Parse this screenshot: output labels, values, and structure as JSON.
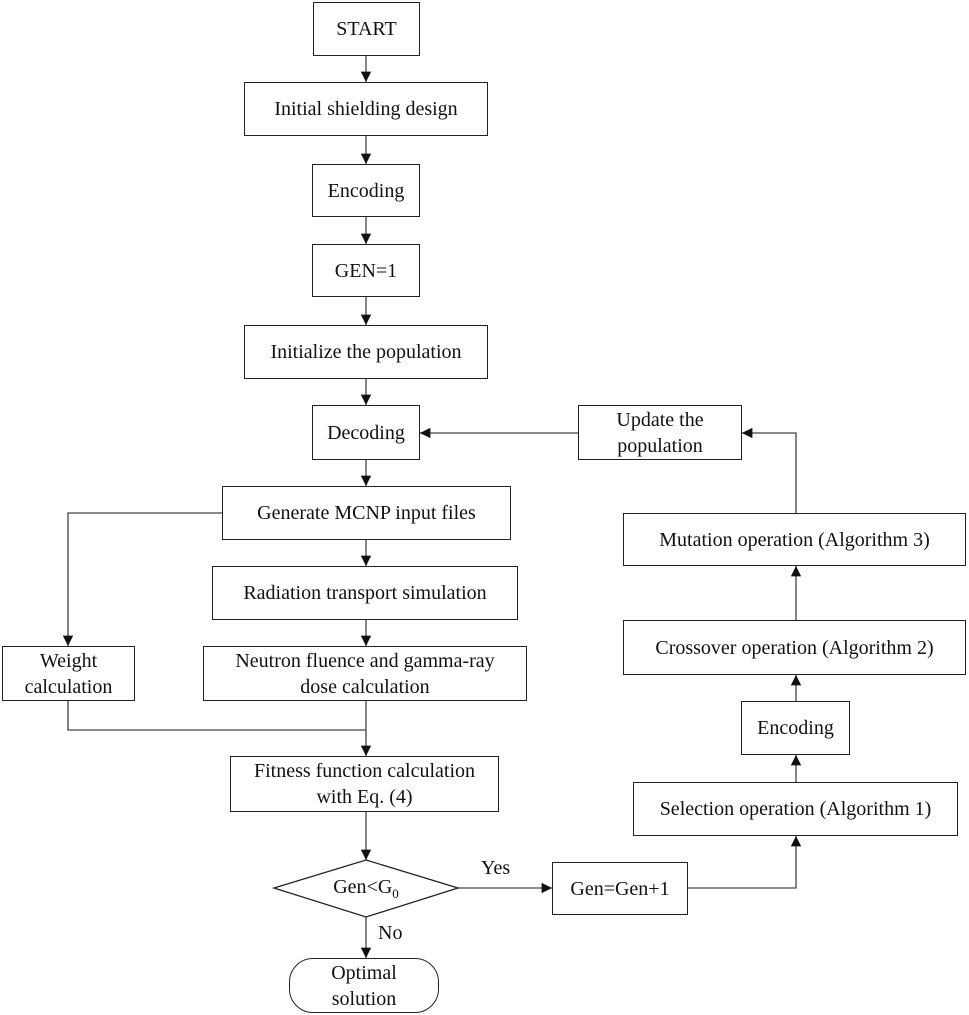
{
  "nodes": {
    "start": "START",
    "initial_design": "Initial shielding design",
    "encoding_1": "Encoding",
    "gen_init": "GEN=1",
    "init_population": "Initialize the population",
    "decoding": "Decoding",
    "generate_mcnp": "Generate MCNP input files",
    "radiation_sim": "Radiation transport simulation",
    "weight_calc_line1": "Weight",
    "weight_calc_line2": "calculation",
    "neutron_dose_line1": "Neutron fluence and gamma-ray",
    "neutron_dose_line2": "dose calculation",
    "fitness_line1": "Fitness function calculation",
    "fitness_line2": "with Eq. (4)",
    "decision_base": "Gen<G",
    "decision_sub": "0",
    "optimal_line1": "Optimal",
    "optimal_line2": "solution",
    "gen_increment": "Gen=Gen+1",
    "selection": "Selection operation (Algorithm 1)",
    "encoding_2": "Encoding",
    "crossover": "Crossover operation (Algorithm 2)",
    "mutation": "Mutation operation (Algorithm 3)",
    "update_line1": "Update the",
    "update_line2": "population"
  },
  "edge_labels": {
    "yes": "Yes",
    "no": "No"
  }
}
